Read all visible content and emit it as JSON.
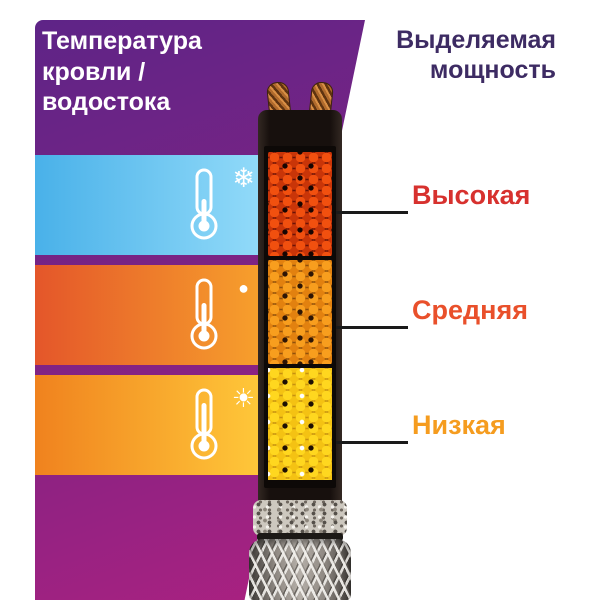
{
  "left_panel": {
    "title_lines": [
      "Температура",
      "кровли /",
      "водостока"
    ],
    "background_colors": [
      "#5e2487",
      "#ad2180"
    ],
    "bands": [
      {
        "name": "freezing",
        "icon": "snowflake-icon",
        "glyph": "❄",
        "colors": [
          "#49b1e9",
          "#93dbf9"
        ]
      },
      {
        "name": "warm",
        "icon": "dot-icon",
        "glyph": "●",
        "colors": [
          "#e4562a",
          "#f7a12c"
        ]
      },
      {
        "name": "hot",
        "icon": "sun-icon",
        "glyph": "☀",
        "colors": [
          "#f0821e",
          "#ffc93a"
        ]
      }
    ]
  },
  "right_panel": {
    "title_lines": [
      "Выделяемая",
      "мощность"
    ],
    "title_color": "#3d2b63",
    "levels": [
      {
        "label": "Высокая",
        "color": "#d7312e"
      },
      {
        "label": "Средняя",
        "color": "#e9502b"
      },
      {
        "label": "Низкая",
        "color": "#f59c1f"
      }
    ]
  },
  "cable": {
    "matrix_sections": [
      {
        "level": "high",
        "cell_color": "#f1500f",
        "base_color": "#6b1206"
      },
      {
        "level": "medium",
        "cell_color": "#f89e1e",
        "base_color": "#90500b"
      },
      {
        "level": "low",
        "cell_color": "#ffd71f",
        "base_color": "#c69110"
      }
    ],
    "conductor_color": "#b06a2c",
    "jacket_color": "#17100d"
  }
}
